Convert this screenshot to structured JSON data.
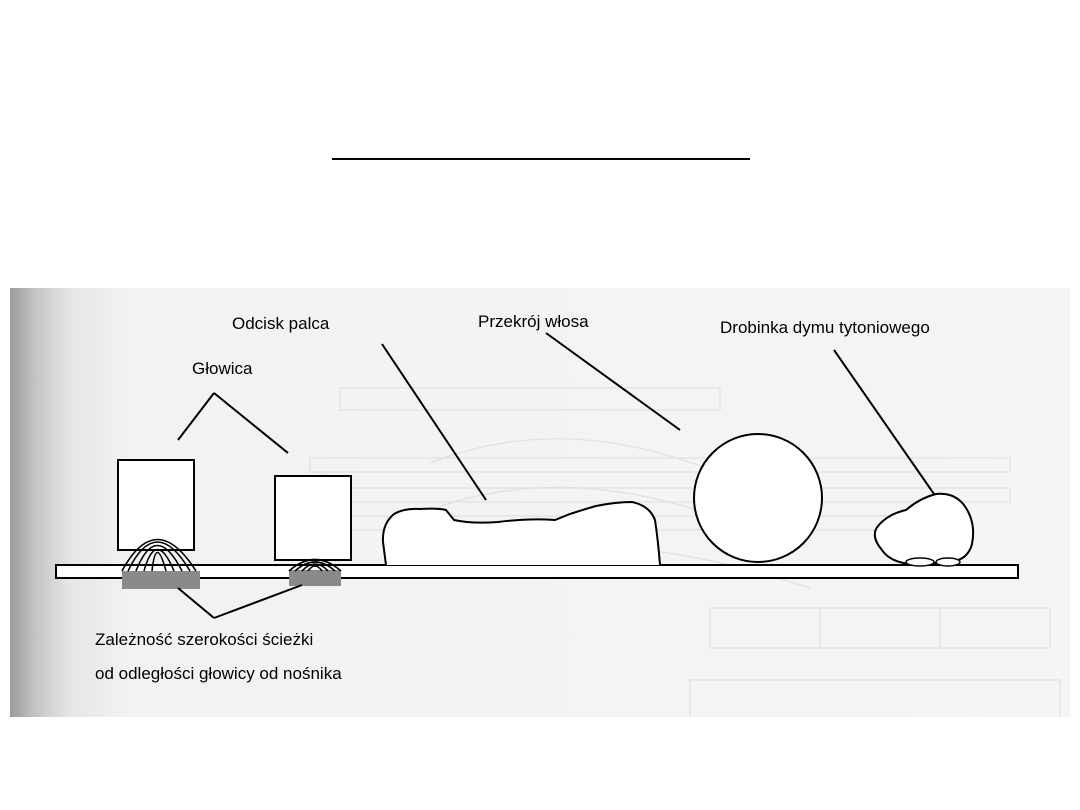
{
  "labels": {
    "head": "Głowica",
    "fingerprint": "Odcisk palca",
    "hair": "Przekrój włosa",
    "smoke": "Drobinka dymu tytoniowego",
    "caption_line1": "Zależność szerokości ścieżki",
    "caption_line2": "od odległości głowicy od nośnika"
  },
  "colors": {
    "ink": "#000000",
    "track": "#8a8a8a",
    "background_scan": "#f2f2f2"
  }
}
